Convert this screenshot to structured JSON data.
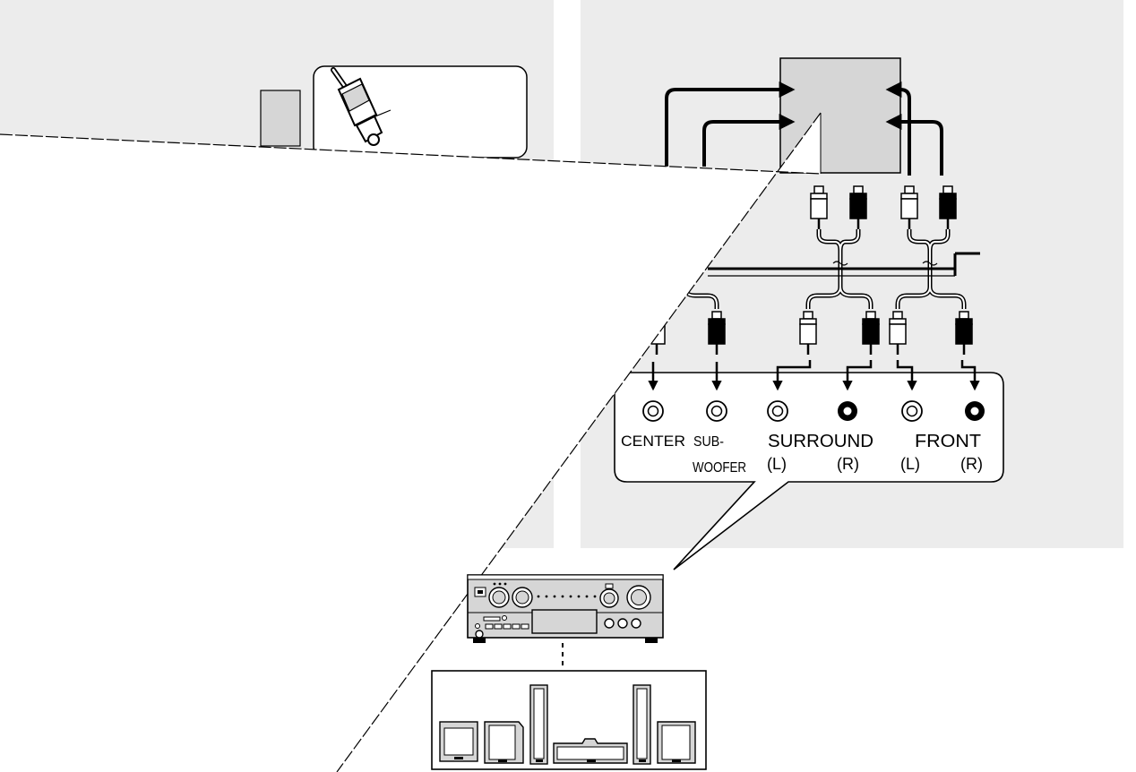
{
  "connectors": {
    "center": "CENTER",
    "subwoofer_line1": "SUB-",
    "subwoofer_line2": "WOOFER",
    "surround": "SURROUND",
    "surround_left": "(L)",
    "surround_right": "(R)",
    "front": "FRONT",
    "front_left": "(L)",
    "front_right": "(R)"
  },
  "colors": {
    "panel": "#ececec",
    "ink": "#000000",
    "paper": "#ffffff",
    "unit_gray": "#d6d6d6"
  }
}
